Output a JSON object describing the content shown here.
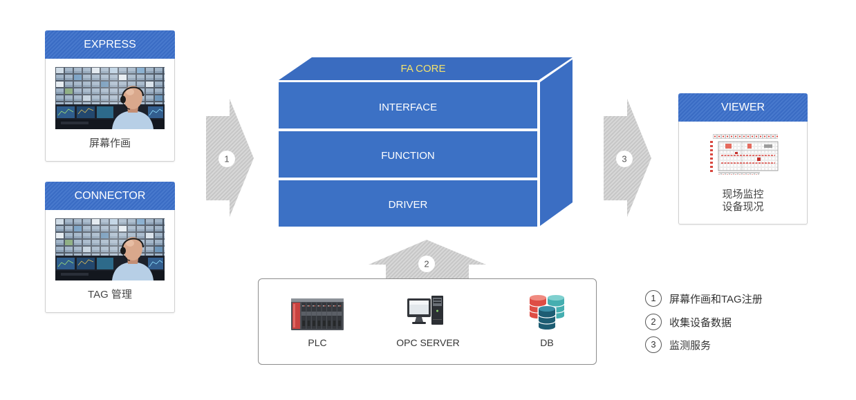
{
  "colors": {
    "primary_blue": "#3c71c5",
    "header_blue": "#3a6cc4",
    "core_title": "#f5e36c",
    "text_dark": "#444444"
  },
  "cards": {
    "express": {
      "title": "EXPRESS",
      "caption": "屏幕作画"
    },
    "connector": {
      "title": "CONNECTOR",
      "caption": "TAG 管理"
    },
    "viewer": {
      "title": "VIEWER",
      "caption_lines": [
        "现场监控",
        "设备现况"
      ]
    }
  },
  "core": {
    "title": "FA CORE",
    "layers": [
      "INTERFACE",
      "FUNCTION",
      "DRIVER"
    ]
  },
  "flow_steps": [
    "1",
    "2",
    "3"
  ],
  "sources": [
    {
      "label": "PLC",
      "icon": "plc-icon"
    },
    {
      "label": "OPC SERVER",
      "icon": "opc-server-icon"
    },
    {
      "label": "DB",
      "icon": "database-icon"
    }
  ],
  "legend": [
    {
      "number": "1",
      "text": "屏幕作画和TAG注册"
    },
    {
      "number": "2",
      "text": "收集设备数据"
    },
    {
      "number": "3",
      "text": "监测服务"
    }
  ]
}
